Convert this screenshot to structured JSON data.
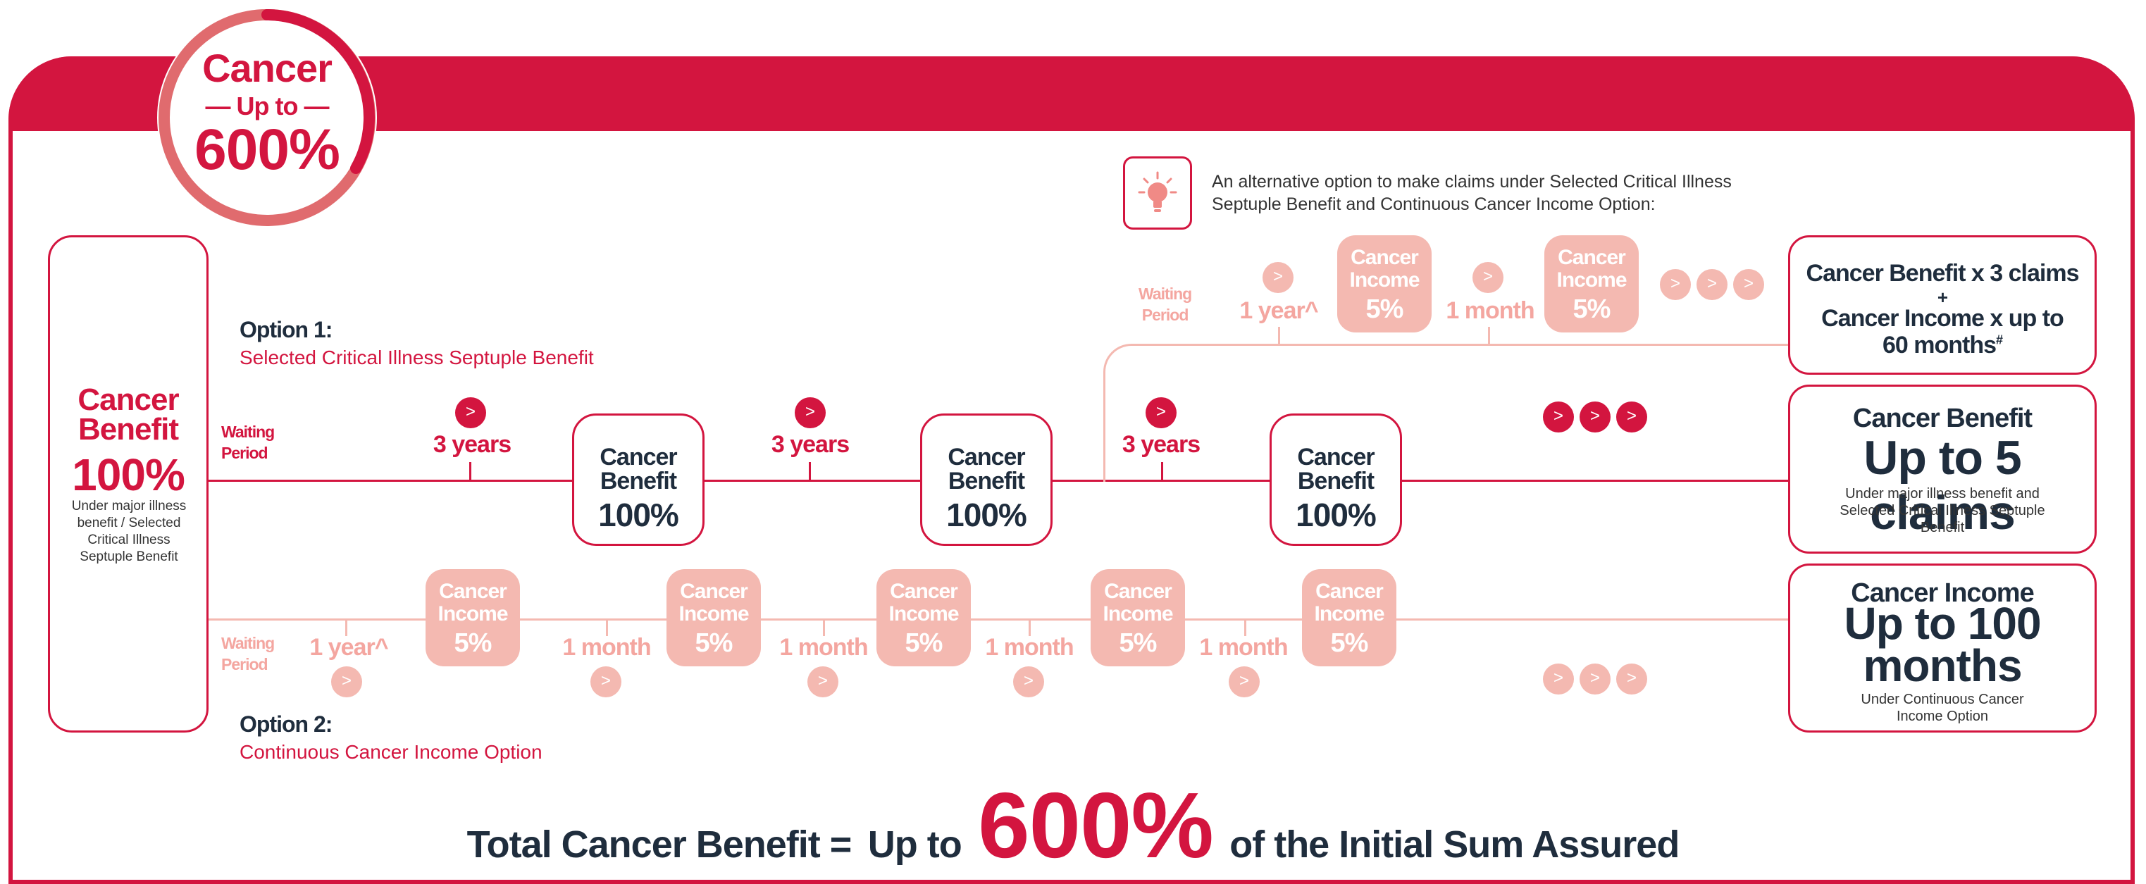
{
  "badge": {
    "title": "Cancer",
    "sub": "— Up to —",
    "value": "600%"
  },
  "left": {
    "title_line1": "Cancer",
    "title_line2": "Benefit",
    "value": "100%",
    "note": "Under major illness benefit / Selected Critical Illness Septuple Benefit"
  },
  "option1": {
    "title": "Option 1:",
    "subtitle": "Selected Critical Illness Septuple Benefit"
  },
  "option2": {
    "title": "Option 2:",
    "subtitle": "Continuous Cancer Income Option"
  },
  "waiting": {
    "line1": "Waiting",
    "line2": "Period"
  },
  "labels": {
    "three_years": "3 years",
    "one_year": "1 year^",
    "one_month": "1 month",
    "arrow": ">"
  },
  "benefit_box": {
    "line1": "Cancer",
    "line2": "Benefit",
    "value": "100%"
  },
  "income_box": {
    "line1": "Cancer",
    "line2": "Income",
    "value": "5%"
  },
  "tip": {
    "icon": "lightbulb-icon",
    "text": "An alternative option to make claims under Selected Critical Illness Septuple Benefit and Continuous Cancer Income Option:"
  },
  "right": {
    "combo_line1": "Cancer Benefit x 3 claims",
    "combo_plus": "+",
    "combo_line2": "Cancer Income x up to",
    "combo_line3": "60 months",
    "combo_sup": "#",
    "benefit_title": "Cancer Benefit",
    "benefit_value": "Up to 5 claims",
    "benefit_note": "Under major illness benefit and Selected Critical Illness Septuple Benefit",
    "income_title": "Cancer Income",
    "income_value_line1": "Up to 100",
    "income_value_line2": "months",
    "income_note": "Under Continuous Cancer Income Option"
  },
  "total": {
    "prefix": "Total Cancer Benefit =",
    "up_to": "Up to",
    "value": "600%",
    "suffix": "of the Initial Sum Assured"
  },
  "colors": {
    "brand": "#d3153f",
    "pale": "#f4b9b1",
    "text": "#1f2d3d"
  }
}
